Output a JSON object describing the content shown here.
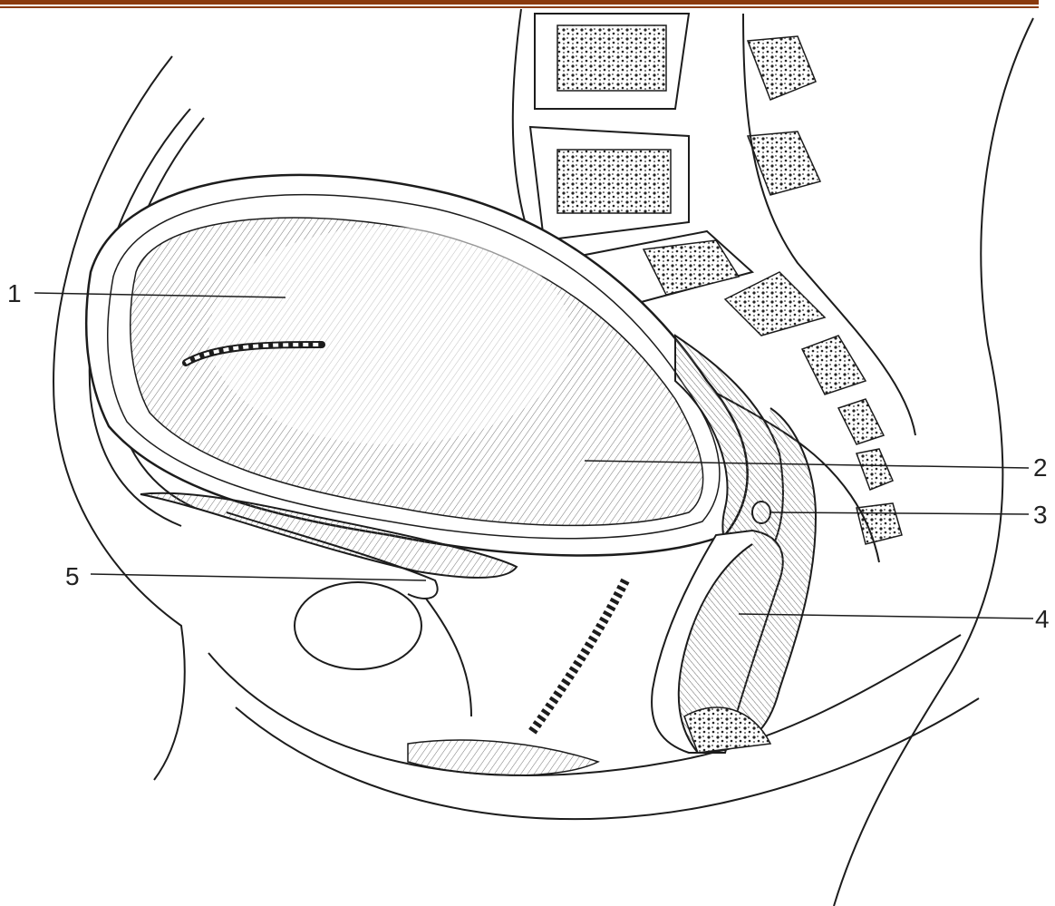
{
  "theme": {
    "rule_color": "#8a3a0e",
    "ink_color": "#1c1c1c",
    "hatch_color": "#555555"
  },
  "labels": [
    {
      "id": "1",
      "text": "1"
    },
    {
      "id": "2",
      "text": "2"
    },
    {
      "id": "3",
      "text": "3"
    },
    {
      "id": "4",
      "text": "4"
    },
    {
      "id": "5",
      "text": "5"
    }
  ]
}
